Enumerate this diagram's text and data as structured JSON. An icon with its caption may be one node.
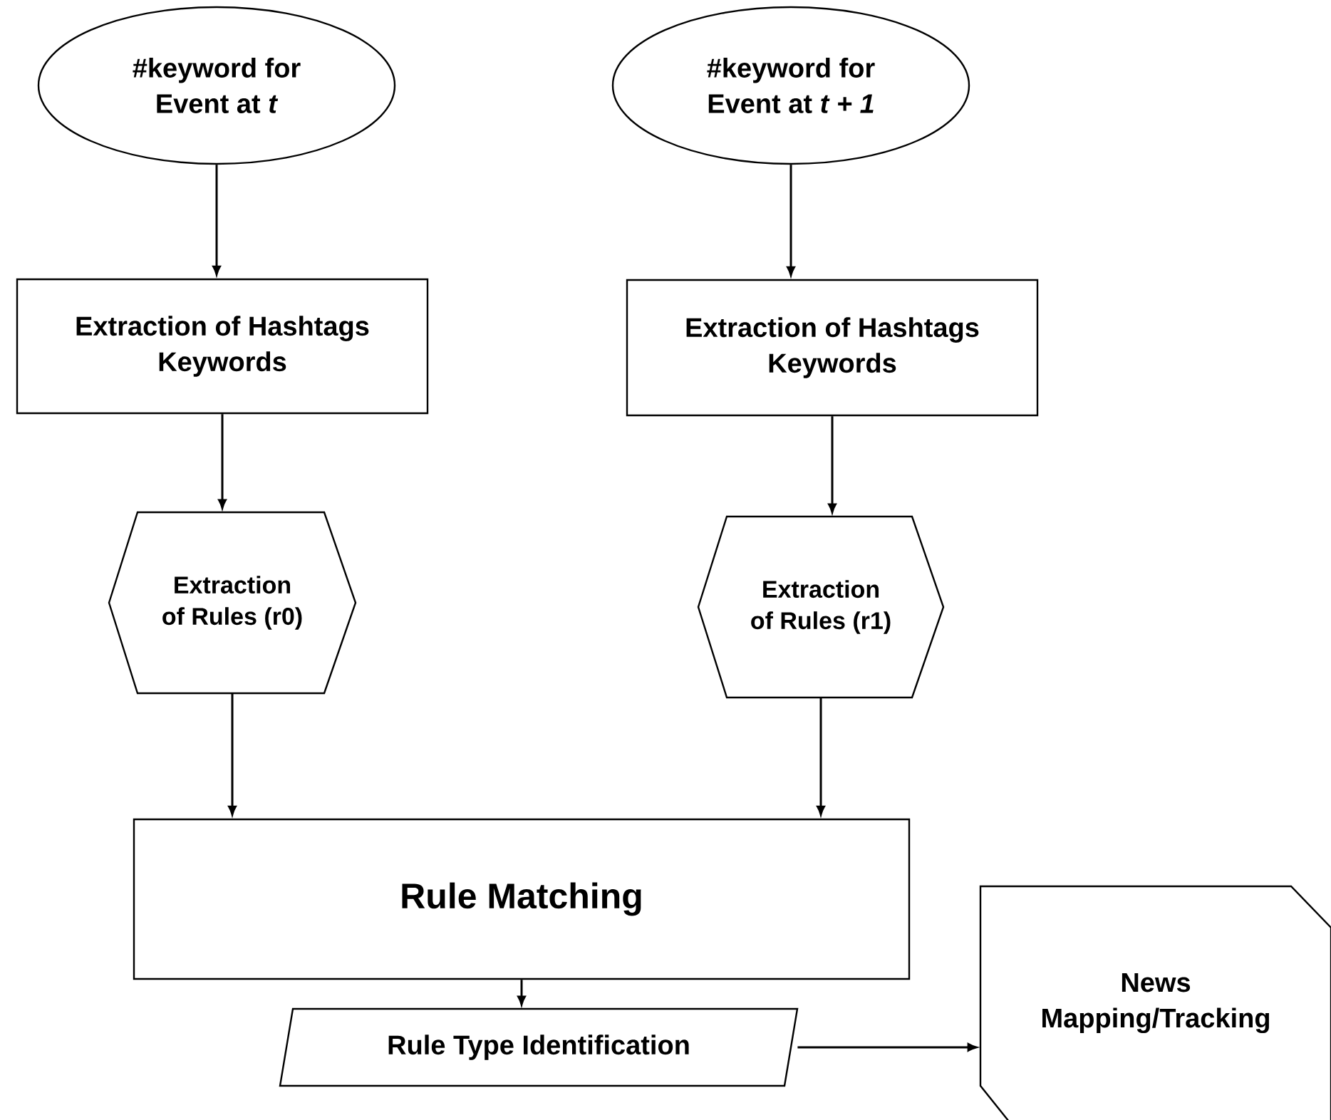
{
  "diagram": {
    "nodes": [
      {
        "text": [
          "#keyword for Event at *t*"
        ]
      },
      {
        "text": [
          "#keyword for Event at *t + 1*"
        ]
      },
      {
        "text": [
          "Extraction of Hashtags Keywords"
        ]
      },
      {
        "text": [
          "Extraction of Hashtags Keywords"
        ]
      },
      {
        "text": [
          "Extraction of Rules (r0)"
        ]
      },
      {
        "text": [
          "Extraction of Rules (r1)"
        ]
      },
      {
        "text": [
          "Rule Matching"
        ]
      },
      {
        "text": [
          "Rule Type Identification"
        ]
      },
      {
        "text": [
          "News Mapping/Tracking"
        ]
      }
    ],
    "edges": [
      {
        "from": 0,
        "to": 2,
        "arrow": "to"
      },
      {
        "from": 1,
        "to": 3,
        "arrow": "to"
      },
      {
        "from": 2,
        "to": 4,
        "arrow": "to"
      },
      {
        "from": 3,
        "to": 5,
        "arrow": "to"
      },
      {
        "from": 4,
        "to": 6,
        "arrow": "to"
      },
      {
        "from": 5,
        "to": 6,
        "arrow": "to"
      },
      {
        "from": 6,
        "to": 7,
        "arrow": "to"
      },
      {
        "from": 7,
        "to": 8,
        "arrow": "to"
      }
    ]
  }
}
